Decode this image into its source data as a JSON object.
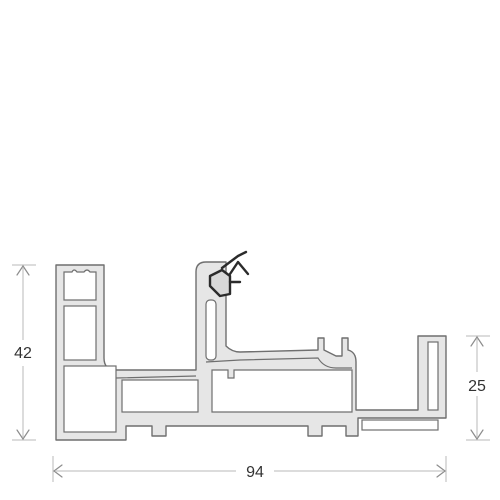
{
  "drawing": {
    "dimensions": {
      "overall_height": "42",
      "right_height": "25",
      "overall_width": "94"
    },
    "colors": {
      "profile_fill": "#e6e6e6",
      "profile_outline": "#6f6f6f",
      "seal": "#2b2b2b",
      "dimension_line": "#b8b8b8",
      "label": "#333333"
    }
  }
}
